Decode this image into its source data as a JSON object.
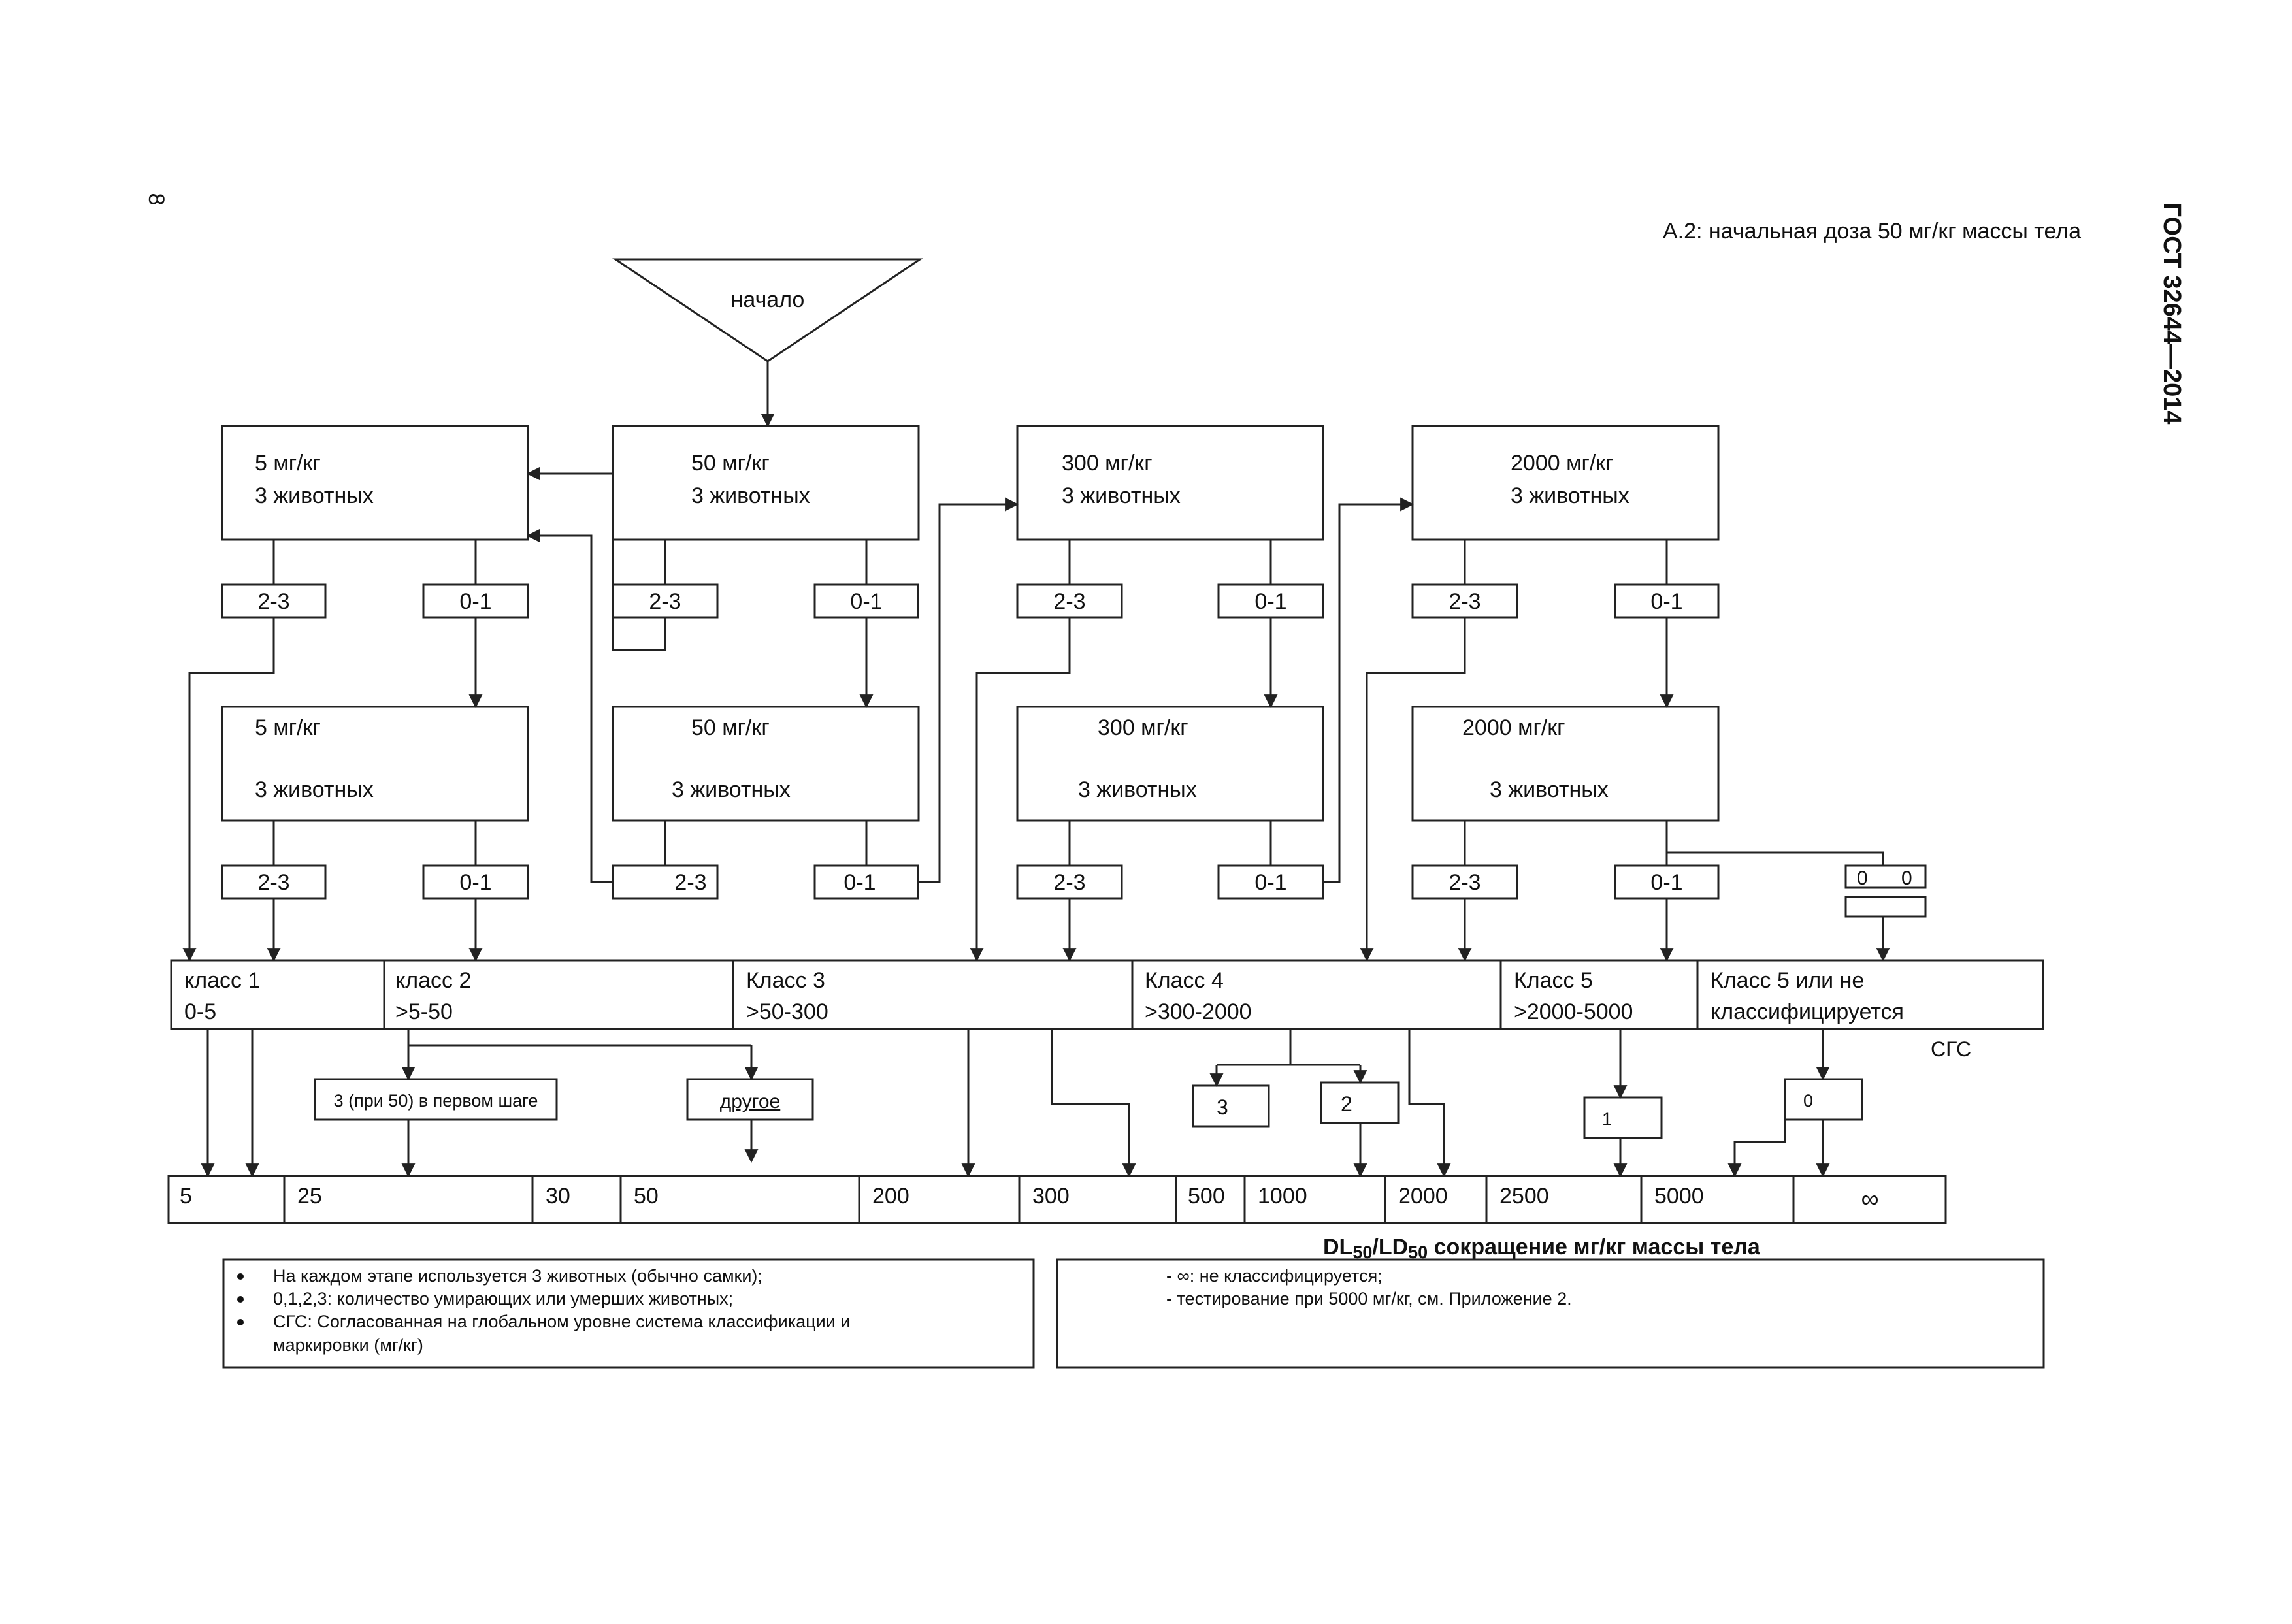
{
  "page_number": "8",
  "standard_id": "ГОСТ 32644—2014",
  "caption": "А.2: начальная доза 50 мг/кг массы тела",
  "start_label": "начало",
  "top_row": [
    {
      "dose": "5 мг/кг",
      "animals": "3 животных"
    },
    {
      "dose": "50 мг/кг",
      "animals": "3 животных"
    },
    {
      "dose": "300 мг/кг",
      "animals": "3 животных"
    },
    {
      "dose": "2000 мг/кг",
      "animals": "3 животных"
    }
  ],
  "second_row": [
    {
      "dose": "5 мг/кг",
      "animals": "3 животных"
    },
    {
      "dose": "50 мг/кг",
      "animals": "3 животных"
    },
    {
      "dose": "300 мг/кг",
      "animals": "3 животных"
    },
    {
      "dose": "2000 мг/кг",
      "animals": "3 животных"
    }
  ],
  "outcome_labels": {
    "high": "2-3",
    "low": "0-1",
    "zero": "0"
  },
  "classes": [
    {
      "name": "класс 1",
      "range": "0-5"
    },
    {
      "name": "класс 2",
      "range": ">5-50"
    },
    {
      "name": "Класс 3",
      "range": ">50-300"
    },
    {
      "name": "Класс 4",
      "range": ">300-2000"
    },
    {
      "name": "Класс 5",
      "range": ">2000-5000"
    },
    {
      "name": "Класс 5 или не",
      "range": "классифицируется"
    }
  ],
  "ghs_label": "СГС",
  "mid_boxes": {
    "first_step": "3 (при 50) в первом шаге",
    "other": "другое",
    "n3": "3",
    "n2": "2",
    "n1": "1",
    "n0": "0"
  },
  "scale_values": [
    "5",
    "25",
    "30",
    "50",
    "200",
    "300",
    "500",
    "1000",
    "2000",
    "2500",
    "5000",
    "∞"
  ],
  "scale_caption_parts": [
    "DL",
    "50",
    "/LD",
    "50",
    " сокращение мг/кг массы тела"
  ],
  "notes_left": [
    "На каждом этапе используется 3 животных (обычно самки);",
    "0,1,2,3:  количество умирающих или умерших животных;",
    "СГС: Согласованная на глобальном уровне система классификации и",
    "маркировки (мг/кг)"
  ],
  "notes_right": [
    "- ∞: не классифицируется;",
    "- тестирование при 5000 мг/кг,  см. Приложение 2."
  ]
}
